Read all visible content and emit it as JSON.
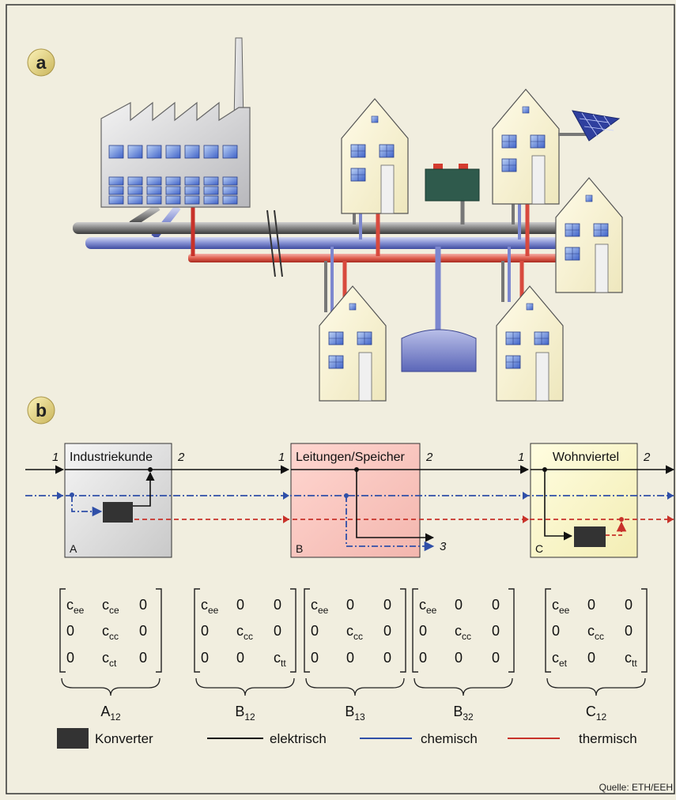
{
  "panels": {
    "a": {
      "label": "a"
    },
    "b": {
      "label": "b"
    }
  },
  "boxes": [
    {
      "title": "Industriekunde",
      "corner": "A",
      "port_in": "1",
      "port_out": "2"
    },
    {
      "title": "Leitungen/Speicher",
      "corner": "B",
      "port_in": "1",
      "port_out": "2",
      "port_extra": "3"
    },
    {
      "title": "Wohnviertel",
      "corner": "C",
      "port_in": "1",
      "port_out": "2"
    }
  ],
  "matrices": [
    {
      "label": "A",
      "sub": "12",
      "cells": [
        [
          "c|ee",
          "c|ce",
          "0"
        ],
        [
          "0",
          "c|cc",
          "0"
        ],
        [
          "0",
          "c|ct",
          "0"
        ]
      ]
    },
    {
      "label": "B",
      "sub": "12",
      "cells": [
        [
          "c|ee",
          "0",
          "0"
        ],
        [
          "0",
          "c|cc",
          "0"
        ],
        [
          "0",
          "0",
          "c|tt"
        ]
      ]
    },
    {
      "label": "B",
      "sub": "13",
      "cells": [
        [
          "c|ee",
          "0",
          "0"
        ],
        [
          "0",
          "c|cc",
          "0"
        ],
        [
          "0",
          "0",
          "0"
        ]
      ]
    },
    {
      "label": "B",
      "sub": "32",
      "cells": [
        [
          "c|ee",
          "0",
          "0"
        ],
        [
          "0",
          "c|cc",
          "0"
        ],
        [
          "0",
          "0",
          "0"
        ]
      ]
    },
    {
      "label": "C",
      "sub": "12",
      "cells": [
        [
          "c|ee",
          "0",
          "0"
        ],
        [
          "0",
          "c|cc",
          "0"
        ],
        [
          "c|et",
          "0",
          "c|tt"
        ]
      ]
    }
  ],
  "legend": {
    "converter": "Konverter",
    "electric": "elektrisch",
    "chemical": "chemisch",
    "thermal": "thermisch"
  },
  "source": "Quelle: ETH/EEH",
  "colors": {
    "electric": "#111111",
    "chemical": "#2f4fa8",
    "thermal": "#c8322a",
    "converter": "#333333",
    "background": "#f1eedf"
  }
}
